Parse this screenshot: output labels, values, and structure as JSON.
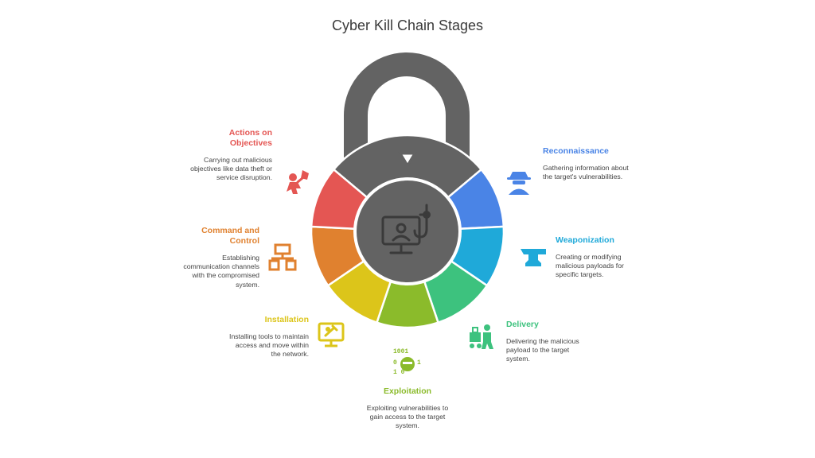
{
  "title": "Cyber Kill Chain Stages",
  "colors": {
    "lock_body": "#636363",
    "reconnaissance": "#4a84e6",
    "weaponization": "#1fa9d9",
    "delivery": "#3dc27e",
    "exploitation": "#8bbb2b",
    "installation": "#dcc51a",
    "command_and_control": "#e0812f",
    "actions_on_objectives": "#e45653"
  },
  "stages": [
    {
      "key": "reconnaissance",
      "title": "Reconnaissance",
      "description": "Gathering information about the target's vulnerabilities.",
      "icon": "spy-icon"
    },
    {
      "key": "weaponization",
      "title": "Weaponization",
      "description": "Creating or modifying malicious payloads for specific targets.",
      "icon": "anvil-icon"
    },
    {
      "key": "delivery",
      "title": "Delivery",
      "description": "Delivering the malicious payload to the target system.",
      "icon": "delivery-cart-icon"
    },
    {
      "key": "exploitation",
      "title": "Exploitation",
      "description": "Exploiting vulnerabilities to gain access to the target system.",
      "icon": "hacker-binary-icon"
    },
    {
      "key": "installation",
      "title": "Installation",
      "description": "Installing tools to maintain access and move within the network.",
      "icon": "monitor-tools-icon"
    },
    {
      "key": "command_and_control",
      "title": "Command and Control",
      "description": "Establishing communication channels with the compromised system.",
      "icon": "network-nodes-icon"
    },
    {
      "key": "actions_on_objectives",
      "title": "Actions on Objectives",
      "description": "Carrying out malicious objectives like data theft or service disruption.",
      "icon": "thief-icon"
    }
  ],
  "center_icon": "computer-user-hook-icon"
}
